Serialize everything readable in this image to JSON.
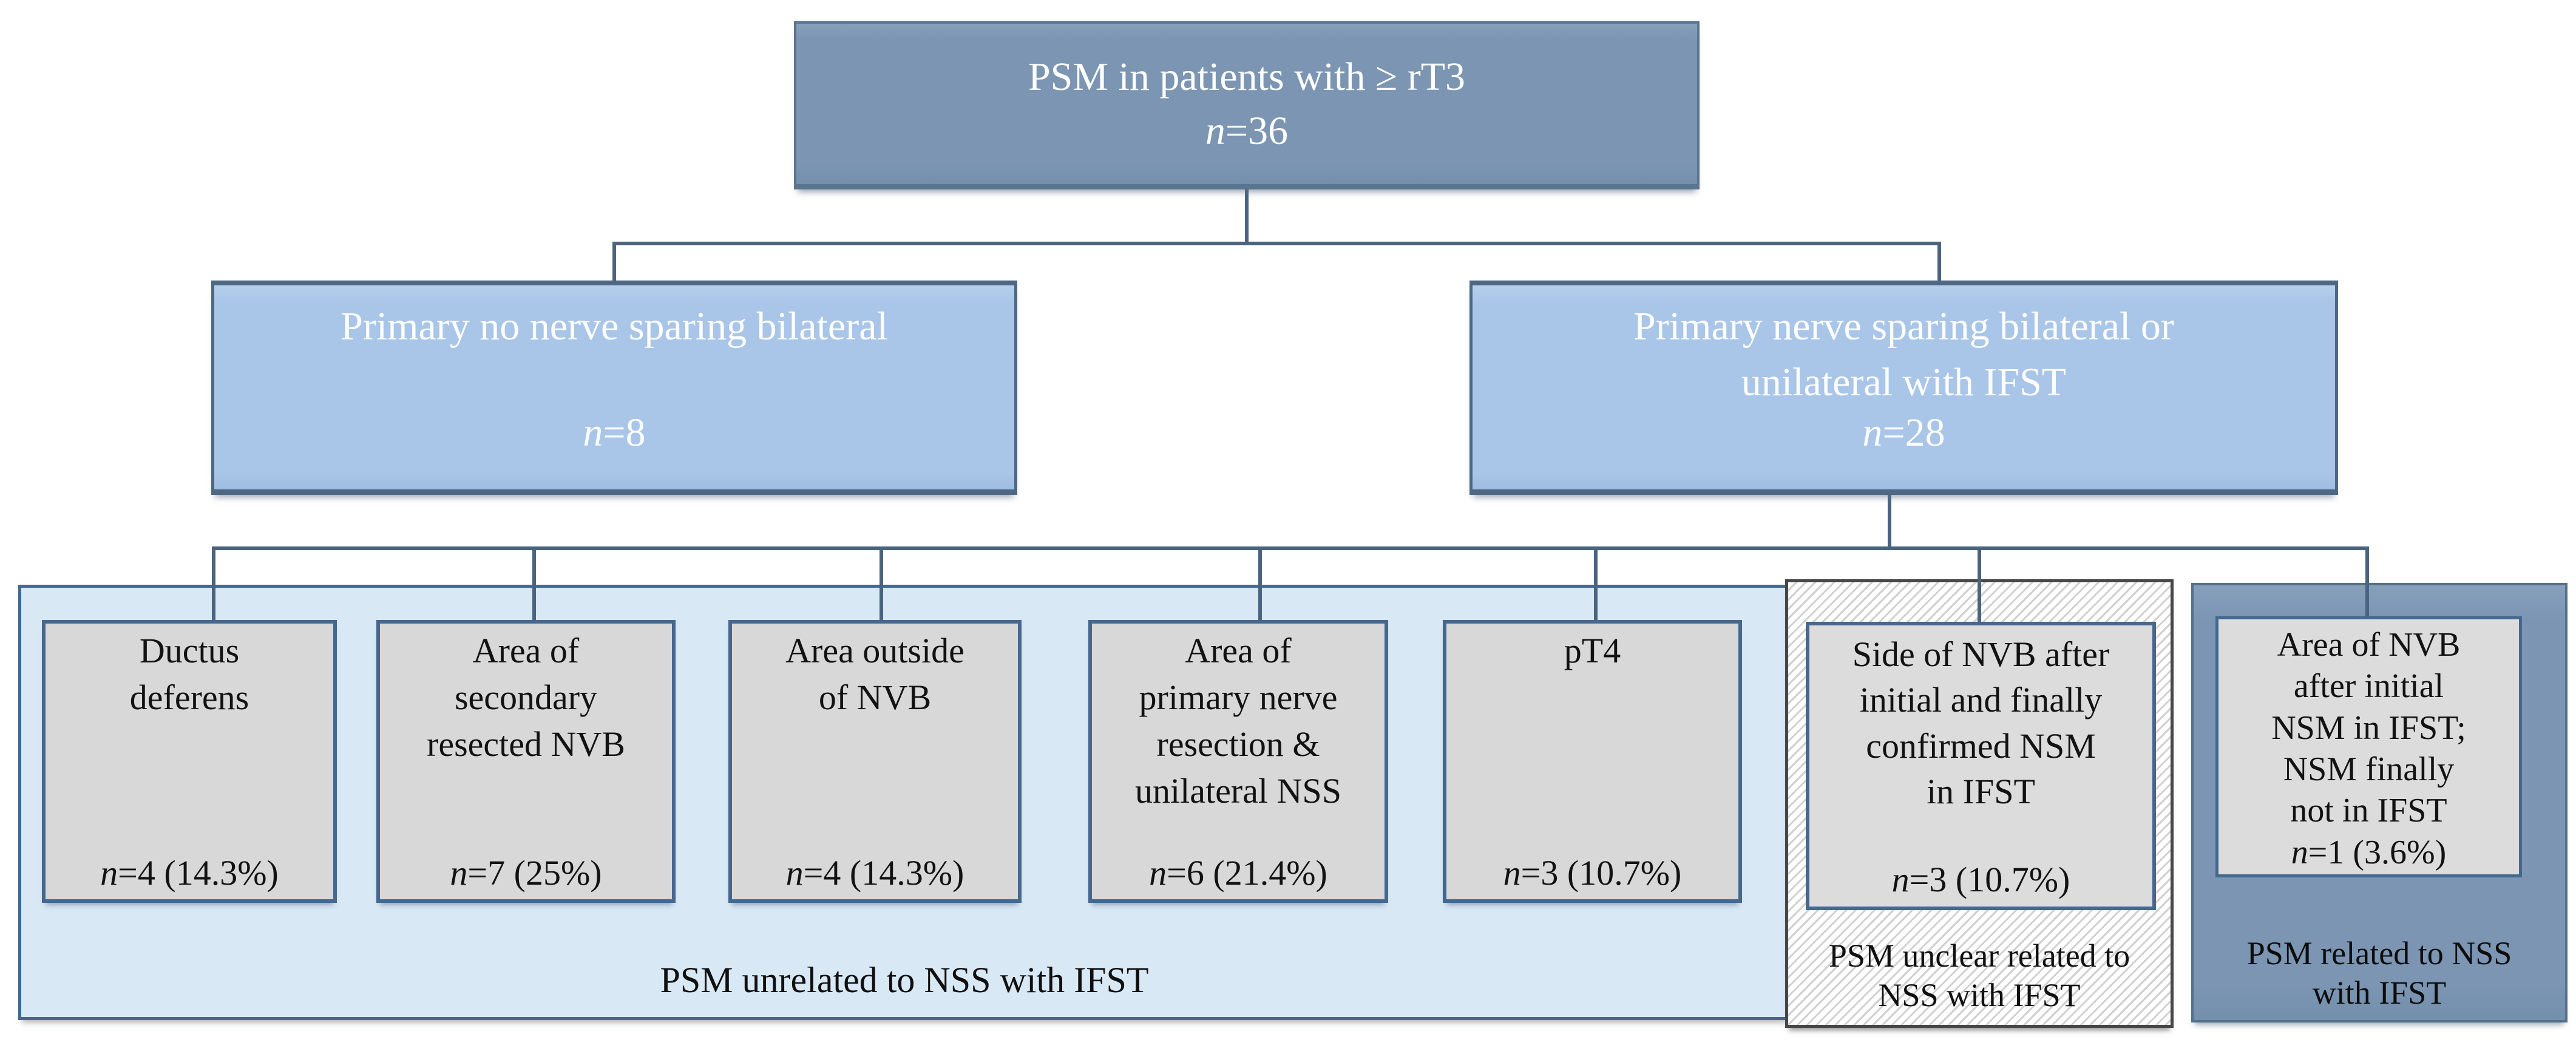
{
  "figure": {
    "root": {
      "title": "PSM in patients with ≥ rT3",
      "n": "n",
      "count": "=36"
    },
    "left_branch": {
      "title": "Primary no nerve sparing bilateral",
      "n": "n",
      "count": "=8"
    },
    "right_branch": {
      "title": "Primary nerve sparing bilateral or\nunilateral with IFST",
      "n": "n",
      "count": "=28"
    },
    "unrelated_group": {
      "caption": "PSM unrelated to NSS with IFST",
      "children": [
        {
          "title": "Ductus\ndeferens",
          "n": "n",
          "count": "=4 (14.3%)"
        },
        {
          "title": "Area of\nsecondary\nresected NVB",
          "n": "n",
          "count": "=7 (25%)"
        },
        {
          "title": "Area outside\nof NVB",
          "n": "n",
          "count": "=4 (14.3%)"
        },
        {
          "title": "Area of\nprimary nerve\nresection &\nunilateral NSS",
          "n": "n",
          "count": "=6 (21.4%)"
        },
        {
          "title": "pT4",
          "n": "n",
          "count": "=3 (10.7%)"
        }
      ]
    },
    "unclear_group": {
      "caption": "PSM unclear related to\nNSS with IFST",
      "child": {
        "title": "Side of NVB after\ninitial and finally\nconfirmed NSM\nin IFST",
        "n": "n",
        "count": "=3 (10.7%)"
      }
    },
    "related_group": {
      "caption": "PSM related to NSS\nwith IFST",
      "child": {
        "title": "Area of NVB\nafter initial\nNSM in IFST;\nNSM finally\nnot in IFST",
        "n": "n",
        "count": "=1 (3.6%)"
      }
    },
    "colors": {
      "slate_blue_fill": "#7b95b2",
      "light_blue_fill": "#a9c5e7",
      "pale_blue_container": "#d9e8f5",
      "gray_box_fill": "#d8d8d8",
      "box_border_blue": "#44688f",
      "connector_line": "#4a647f",
      "hatch_border_gray": "#474747",
      "text_light": "#fdfeff",
      "text_dark": "#121212"
    }
  }
}
